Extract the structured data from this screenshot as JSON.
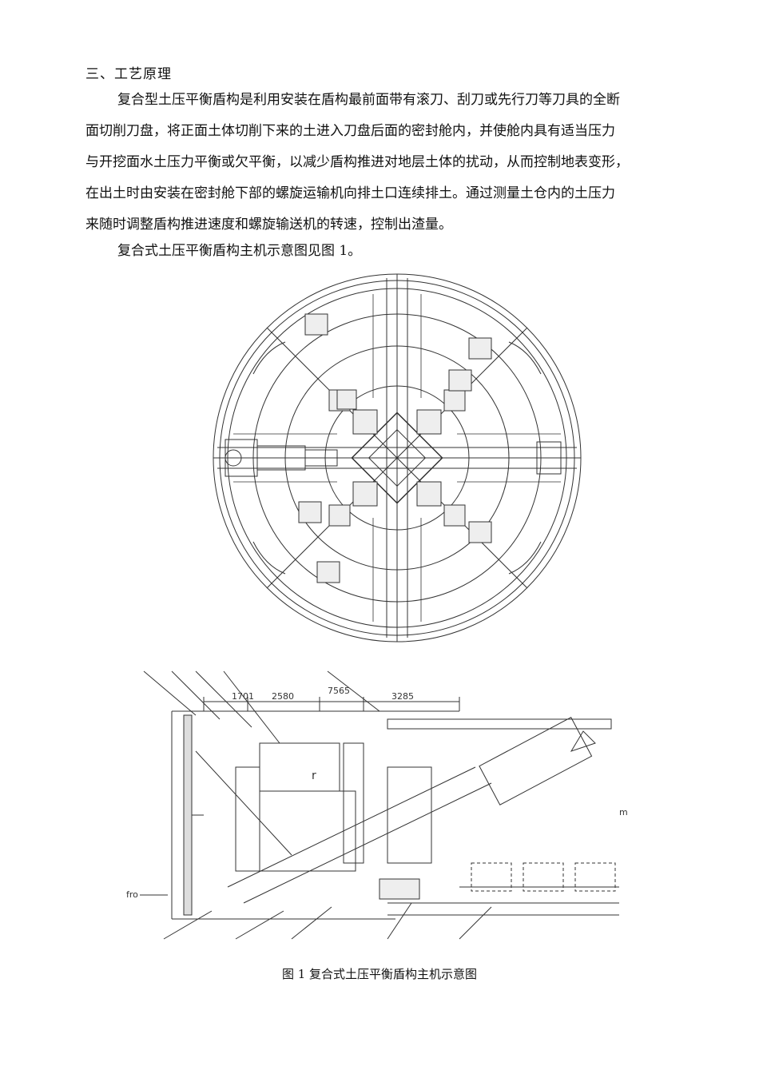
{
  "section_heading": "三、工艺原理",
  "paragraph1_lines": [
    "复合型土压平衡盾构是利用安装在盾构最前面带有滚刀、刮刀或先行刀等刀具的全断",
    "面切削刀盘，将正面土体切削下来的土进入刀盘后面的密封舱内，并使舱内具有适当压力",
    "与开挖面水土压力平衡或欠平衡，以减少盾构推进对地层土体的扰动，从而控制地表变形，",
    "在出土时由安装在密封舱下部的螺旋运输机向排土口连续排土。通过测量土仓内的土压力",
    "来随时调整盾构推进速度和螺旋输送机的转速，控制出渣量。"
  ],
  "paragraph2": "复合式土压平衡盾构主机示意图见图 1。",
  "figure": {
    "dims": [
      "1701",
      "2580",
      "7565",
      "3285"
    ],
    "label_fro": "fro",
    "label_r": "r",
    "label_m": "m",
    "caption": "图 1 复合式土压平衡盾构主机示意图"
  }
}
